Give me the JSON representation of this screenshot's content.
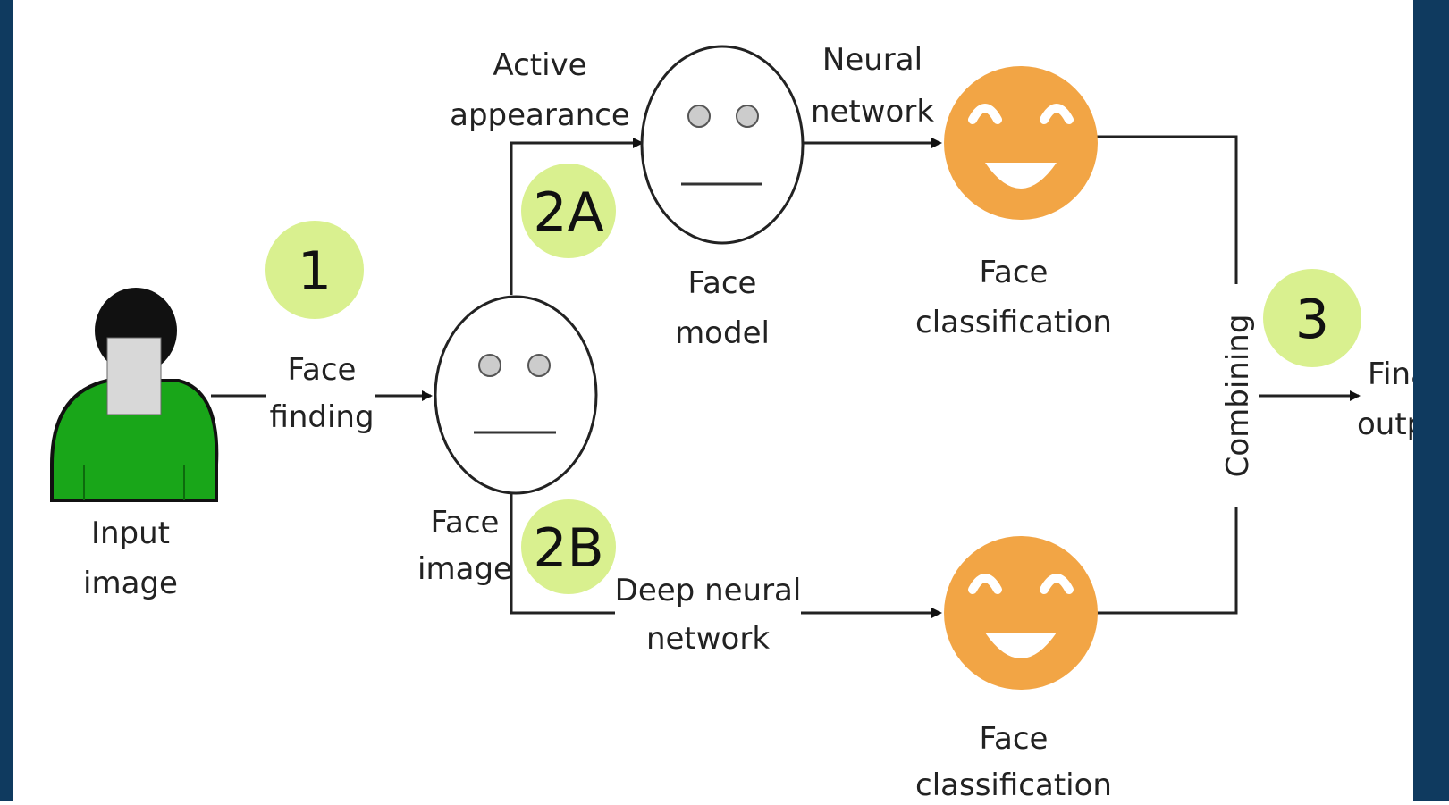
{
  "labels": {
    "input_line1": "Input",
    "input_line2": "image",
    "face_finding_line1": "Face",
    "face_finding_line2": "finding",
    "face_image_line1": "Face",
    "face_image_line2": "image",
    "active_line1": "Active",
    "active_line2": "appearance",
    "face_model_line1": "Face",
    "face_model_line2": "model",
    "neural_line1": "Neural",
    "neural_line2": "network",
    "class_top_line1": "Face",
    "class_top_line2": "classification",
    "deep_line1": "Deep neural",
    "deep_line2": "network",
    "class_bottom_line1": "Face",
    "class_bottom_line2": "classification",
    "combining": "Combining",
    "final_line1": "Final",
    "final_line2": "output"
  },
  "badges": {
    "step1": "1",
    "step2a": "2A",
    "step2b": "2B",
    "step3": "3"
  },
  "colors": {
    "badge": "#d9f08f",
    "smiley": "#f2a545",
    "person_body": "#19a619",
    "person_hair": "#111111",
    "person_face": "#d8d8d8",
    "frame": "#0f3a5f"
  }
}
